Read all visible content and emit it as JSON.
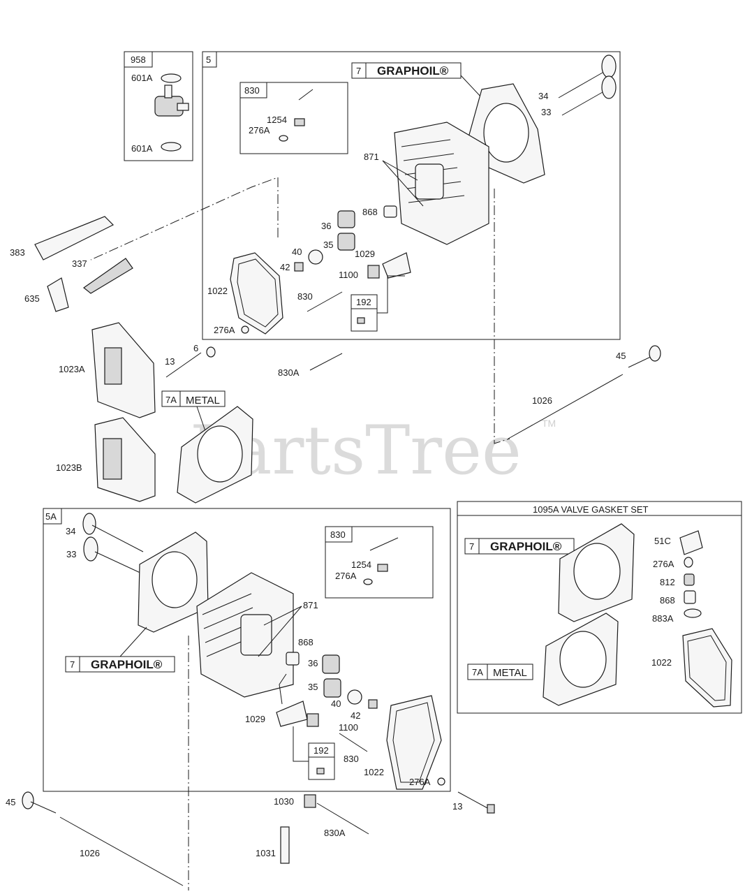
{
  "watermark": {
    "text": "PartsTree",
    "trademark": "TM"
  },
  "labels": {
    "p958": "958",
    "p601A_top": "601A",
    "p601A_bot": "601A",
    "p5": "5",
    "p7_top": "7",
    "graphoil_top": "GRAPHOIL®",
    "p830_box_top": "830",
    "p1254_top": "1254",
    "p276A_box_top": "276A",
    "p34_top": "34",
    "p33_top": "33",
    "p871_top": "871",
    "p868_top": "868",
    "p36_top": "36",
    "p35_top": "35",
    "p40_top": "40",
    "p42_top": "42",
    "p1029_top": "1029",
    "p1100_top": "1100",
    "p830_top": "830",
    "p192_top": "192",
    "p1022_top": "1022",
    "p276A_top": "276A",
    "p383": "383",
    "p337": "337",
    "p635": "635",
    "p1023A": "1023A",
    "p13_top": "13",
    "p6": "6",
    "p830A_top": "830A",
    "p7A_mid": "7A",
    "metal_mid": "METAL",
    "p1023B": "1023B",
    "p45_top": "45",
    "p1026_top": "1026",
    "p5A": "5A",
    "p34_bot": "34",
    "p33_bot": "33",
    "p830_box_bot": "830",
    "p1254_bot": "1254",
    "p276A_box_bot": "276A",
    "p871_bot": "871",
    "p868_bot": "868",
    "p36_bot": "36",
    "p35_bot": "35",
    "p40_bot": "40",
    "p42_bot": "42",
    "p7_bot": "7",
    "graphoil_bot": "GRAPHOIL®",
    "p1029_bot": "1029",
    "p1100_bot": "1100",
    "p830_bot": "830",
    "p192_bot": "192",
    "p1022_bot": "1022",
    "p276A_bot": "276A",
    "p45_bot": "45",
    "p1026_bot": "1026",
    "p1030": "1030",
    "p830A_bot": "830A",
    "p1031": "1031",
    "p13_bot": "13",
    "kit_title": "1095A VALVE GASKET SET",
    "kit_7": "7",
    "kit_graphoil": "GRAPHOIL®",
    "kit_7A": "7A",
    "kit_metal": "METAL",
    "kit_51C": "51C",
    "kit_276A": "276A",
    "kit_812": "812",
    "kit_868": "868",
    "kit_883A": "883A",
    "kit_1022": "1022"
  }
}
